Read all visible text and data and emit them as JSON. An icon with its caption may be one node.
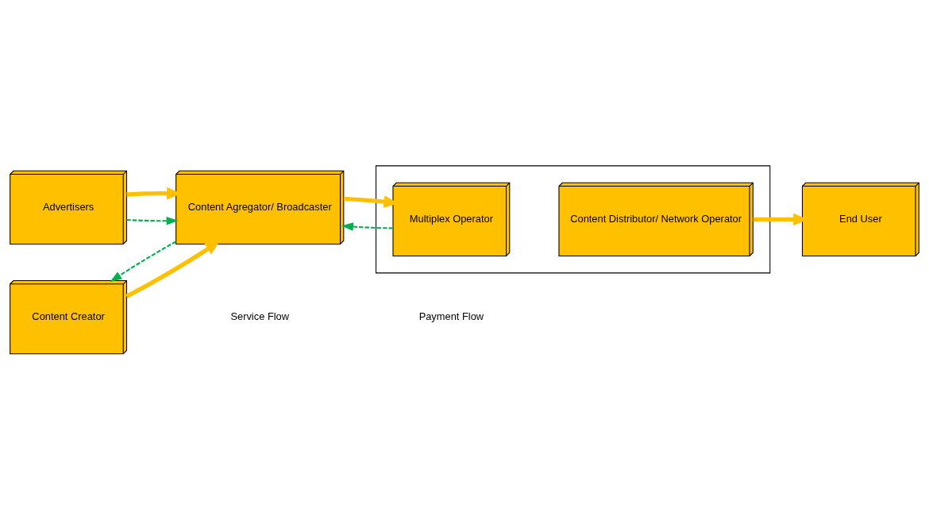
{
  "diagram": {
    "nodes": [
      {
        "text": [
          "Advertisers"
        ]
      },
      {
        "text": [
          "Content Creator"
        ]
      },
      {
        "text": [
          "Content Agregator/ Broadcaster"
        ]
      },
      {
        "text": [],
        "shape": "box"
      },
      {
        "text": [
          "Multiplex Operator"
        ],
        "in": 3
      },
      {
        "text": [
          "Content Distributor/ Network Operator"
        ],
        "in": 3
      },
      {
        "text": [
          "End User"
        ]
      }
    ],
    "edges": [
      {
        "from": 0,
        "to": 2,
        "arrow": "to",
        "style": "dashed",
        "color": "#00b050"
      },
      {
        "from": 0,
        "to": 2,
        "arrow": "to"
      },
      {
        "from": 1,
        "to": 2,
        "arrow": "to"
      },
      {
        "from": 2,
        "to": 1,
        "arrow": "to",
        "style": "dashed",
        "color": "#00b050"
      },
      {
        "from": 2,
        "to": 4,
        "arrow": "to"
      },
      {
        "from": 4,
        "to": 2,
        "arrow": "to",
        "style": "dashed",
        "color": "#00b050"
      },
      {
        "from": 5,
        "to": 6,
        "arrow": "to"
      }
    ],
    "legend": [
      {
        "text": "Service Flow"
      },
      {
        "text": "Payment Flow"
      }
    ]
  }
}
